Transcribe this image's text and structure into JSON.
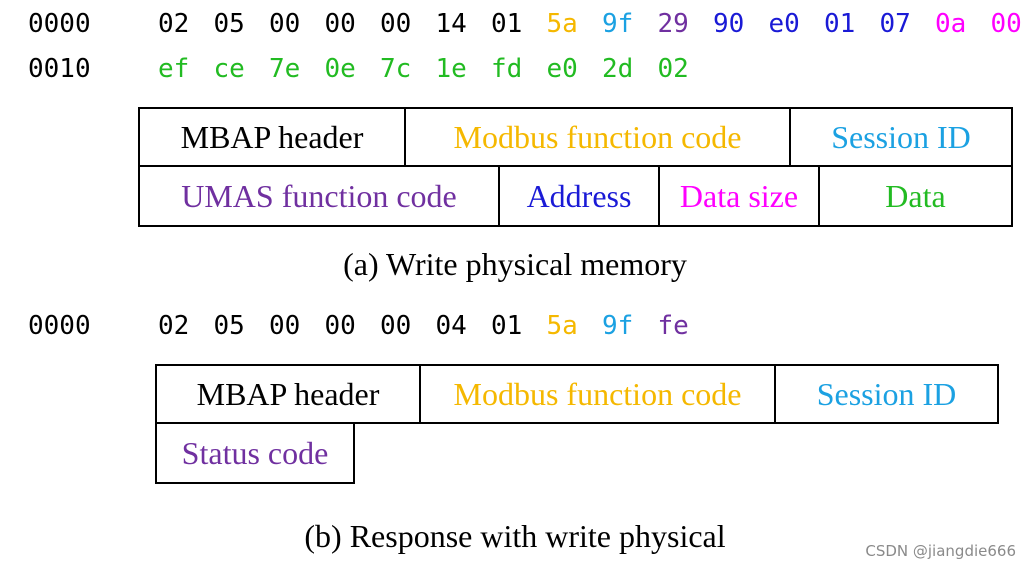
{
  "colors": {
    "header": "#000000",
    "modbus_function_code": "#f5b800",
    "session_id": "#1ba1e2",
    "umas_function_code": "#7030a0",
    "address": "#1a1ad6",
    "data_size": "#ff00ff",
    "data": "#22bb22"
  },
  "request": {
    "hex_lines": [
      {
        "offset": "0000",
        "bytes": [
          {
            "text": "02",
            "field": "header"
          },
          {
            "text": "05",
            "field": "header"
          },
          {
            "text": "00",
            "field": "header"
          },
          {
            "text": "00",
            "field": "header"
          },
          {
            "text": "00",
            "field": "header"
          },
          {
            "text": "14",
            "field": "header"
          },
          {
            "text": "01",
            "field": "header"
          },
          {
            "text": "5a",
            "field": "modbus_function_code"
          },
          {
            "text": "9f",
            "field": "session_id"
          },
          {
            "text": "29",
            "field": "umas_function_code"
          },
          {
            "text": "90",
            "field": "address"
          },
          {
            "text": "e0",
            "field": "address"
          },
          {
            "text": "01",
            "field": "address"
          },
          {
            "text": "07",
            "field": "address"
          },
          {
            "text": "0a",
            "field": "data_size"
          },
          {
            "text": "00",
            "field": "data_size"
          }
        ]
      },
      {
        "offset": "0010",
        "bytes": [
          {
            "text": "ef",
            "field": "data"
          },
          {
            "text": "ce",
            "field": "data"
          },
          {
            "text": "7e",
            "field": "data"
          },
          {
            "text": "0e",
            "field": "data"
          },
          {
            "text": "7c",
            "field": "data"
          },
          {
            "text": "1e",
            "field": "data"
          },
          {
            "text": "fd",
            "field": "data"
          },
          {
            "text": "e0",
            "field": "data"
          },
          {
            "text": "2d",
            "field": "data"
          },
          {
            "text": "02",
            "field": "data"
          }
        ]
      }
    ],
    "fields": {
      "mbap_header": "MBAP header",
      "modbus_function_code": "Modbus function code",
      "session_id": "Session ID",
      "umas_function_code": "UMAS function code",
      "address": "Address",
      "data_size": "Data size",
      "data": "Data"
    },
    "caption": "(a) Write physical memory"
  },
  "response": {
    "hex_lines": [
      {
        "offset": "0000",
        "bytes": [
          {
            "text": "02",
            "field": "header"
          },
          {
            "text": "05",
            "field": "header"
          },
          {
            "text": "00",
            "field": "header"
          },
          {
            "text": "00",
            "field": "header"
          },
          {
            "text": "00",
            "field": "header"
          },
          {
            "text": "04",
            "field": "header"
          },
          {
            "text": "01",
            "field": "header"
          },
          {
            "text": "5a",
            "field": "modbus_function_code"
          },
          {
            "text": "9f",
            "field": "session_id"
          },
          {
            "text": "fe",
            "field": "umas_function_code"
          }
        ]
      }
    ],
    "fields": {
      "mbap_header": "MBAP header",
      "modbus_function_code": "Modbus function code",
      "session_id": "Session ID",
      "status_code": "Status code"
    },
    "caption": "(b) Response with write physical"
  },
  "watermark": "CSDN @jiangdie666"
}
